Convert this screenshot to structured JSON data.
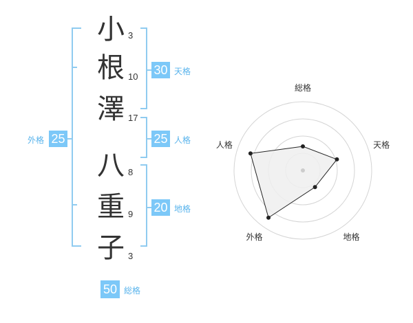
{
  "name": {
    "chars": [
      {
        "char": "小",
        "strokes": "3"
      },
      {
        "char": "根",
        "strokes": "10"
      },
      {
        "char": "澤",
        "strokes": "17"
      },
      {
        "char": "八",
        "strokes": "8"
      },
      {
        "char": "重",
        "strokes": "9"
      },
      {
        "char": "子",
        "strokes": "3"
      }
    ]
  },
  "fortunes": {
    "tenkaku": {
      "value": "30",
      "label": "天格"
    },
    "jinkaku": {
      "value": "25",
      "label": "人格"
    },
    "chikaku": {
      "value": "20",
      "label": "地格"
    },
    "gaikaku": {
      "value": "25",
      "label": "外格"
    },
    "soukaku": {
      "value": "50",
      "label": "総格"
    }
  },
  "colors": {
    "accent": "#7cc8f8",
    "bracket": "#8fcbf0",
    "label": "#5ab4ec"
  },
  "chart_data": {
    "type": "radar",
    "axes": [
      "総格",
      "天格",
      "地格",
      "外格",
      "人格"
    ],
    "values": [
      0.35,
      0.52,
      0.3,
      0.85,
      0.8
    ],
    "max": 1,
    "rings": 4
  }
}
